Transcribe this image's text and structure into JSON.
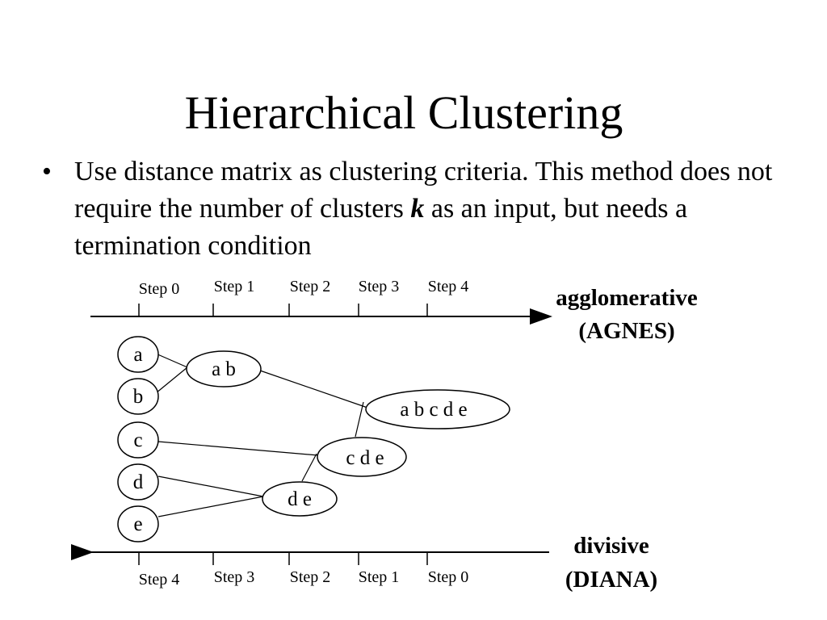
{
  "slide": {
    "title": "Hierarchical Clustering",
    "bullet": {
      "marker": "•",
      "text_before": "Use distance matrix as clustering criteria.  This method does not require the number of clusters ",
      "emphasis": "k",
      "text_after": " as an input, but needs a termination condition"
    }
  },
  "diagram": {
    "top_steps": [
      "Step 0",
      "Step 1",
      "Step 2",
      "Step 3",
      "Step 4"
    ],
    "bottom_steps": [
      "Step 4",
      "Step 3",
      "Step 2",
      "Step 1",
      "Step 0"
    ],
    "agglomerative": {
      "line1": "agglomerative",
      "line2": "(AGNES)"
    },
    "divisive": {
      "line1": "divisive",
      "line2": "(DIANA)"
    },
    "nodes": {
      "a": "a",
      "b": "b",
      "c": "c",
      "d": "d",
      "e": "e",
      "ab": "a b",
      "de": "d e",
      "cde": "c d e",
      "abcde": "a b c d e"
    }
  }
}
